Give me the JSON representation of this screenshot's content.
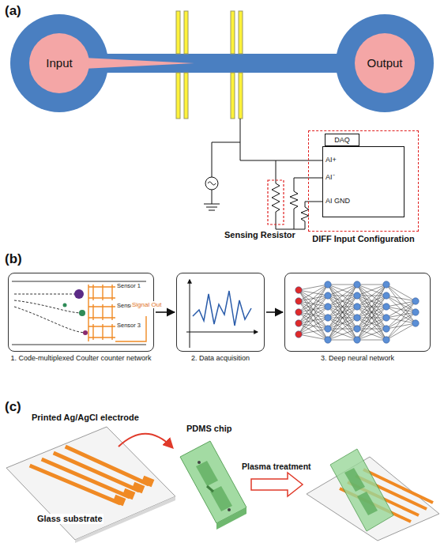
{
  "diagram": {
    "nodes": [
      {
        "text": [
          "Input"
        ]
      },
      {
        "text": [
          "Output"
        ]
      },
      {
        "text": [
          "DIFF Input Configuration"
        ]
      },
      {
        "text": [
          "DAQ"
        ],
        "in": 2
      },
      {
        "text": [
          "AI+",
          "AI⁻",
          "AI GND"
        ],
        "in": 2
      },
      {
        "text": [
          "1. Code-multiplexed Coulter counter network"
        ]
      },
      {
        "text": [
          "2. Data acquisition"
        ]
      },
      {
        "text": [
          "3. Deep neural network"
        ]
      }
    ],
    "edges": [
      {
        "from": 5,
        "to": 6,
        "arrow": "to"
      },
      {
        "from": 6,
        "to": 7,
        "arrow": "to"
      }
    ],
    "labels": [
      "(a)",
      "Sensing Resistor",
      "(b)",
      "Sensor 1",
      "Sensor 2",
      "Sensor 3",
      "Signal Out",
      "(c)",
      "Printed Ag/AgCl electrode",
      "Glass substrate",
      "PDMS chip",
      "Plasma treatment"
    ]
  }
}
